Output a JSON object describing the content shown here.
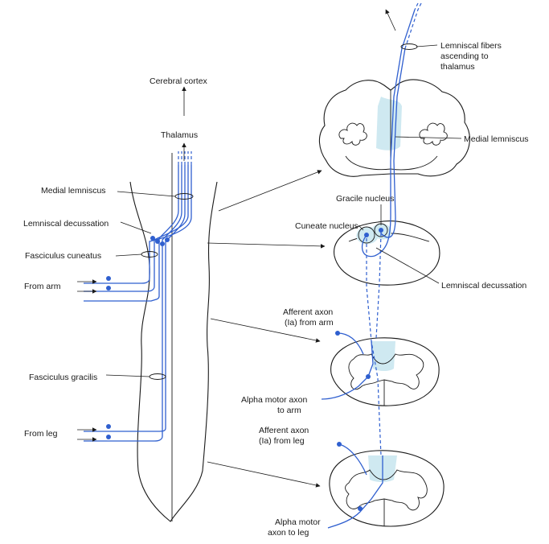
{
  "colors": {
    "fiber": "#2f5fcf",
    "tint": "#cfe9f1",
    "ink": "#1a1a1a"
  },
  "labels": {
    "cerebral_cortex": "Cerebral cortex",
    "thalamus": "Thalamus",
    "medial_lemniscus_left": "Medial lemniscus",
    "lemniscal_decussation_left": "Lemniscal decussation",
    "fasciculus_cuneatus": "Fasciculus cuneatus",
    "from_arm": "From arm",
    "fasciculus_gracilis": "Fasciculus gracilis",
    "from_leg": "From leg",
    "lemniscal_fibers_1": "Lemniscal fibers",
    "lemniscal_fibers_2": "ascending to",
    "lemniscal_fibers_3": "thalamus",
    "medial_lemniscus_right": "Medial lemniscus",
    "gracile_nucleus": "Gracile nucleus",
    "cuneate_nucleus": "Cuneate nucleus",
    "lemniscal_decussation_right": "Lemniscal decussation",
    "afferent_arm_1": "Afferent axon",
    "afferent_arm_2": "(Ia) from arm",
    "alpha_arm_1": "Alpha motor axon",
    "alpha_arm_2": "to arm",
    "afferent_leg_1": "Afferent axon",
    "afferent_leg_2": "(Ia) from leg",
    "alpha_leg_1": "Alpha motor",
    "alpha_leg_2": "axon to leg"
  }
}
